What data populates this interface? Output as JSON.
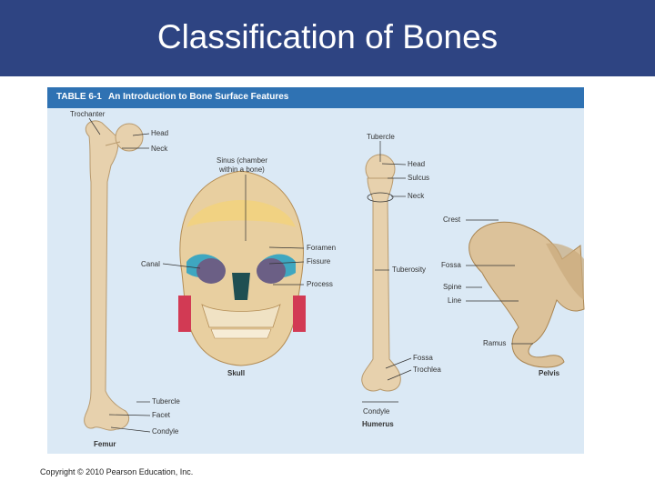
{
  "slide": {
    "title": "Classification of Bones",
    "copyright": "Copyright © 2010 Pearson Education, Inc."
  },
  "table": {
    "id": "TABLE 6-1",
    "title": "An Introduction to Bone Surface Features"
  },
  "labels": {
    "trochanter": "Trochanter",
    "femur_head": "Head",
    "femur_neck": "Neck",
    "canal": "Canal",
    "femur_tubercle": "Tubercle",
    "facet": "Facet",
    "condyle": "Condyle",
    "femur": "Femur",
    "sinus_line1": "Sinus (chamber",
    "sinus_line2": "within a bone)",
    "foramen": "Foramen",
    "fissure": "Fissure",
    "process": "Process",
    "skull": "Skull",
    "humerus_tubercle": "Tubercle",
    "humerus_head": "Head",
    "sulcus": "Sulcus",
    "humerus_neck": "Neck",
    "tuberosity": "Tuberosity",
    "fossa_humerus": "Fossa",
    "trochlea": "Trochlea",
    "humerus_condyle": "Condyle",
    "humerus": "Humerus",
    "crest": "Crest",
    "fossa_pelvis": "Fossa",
    "spine": "Spine",
    "line": "Line",
    "ramus": "Ramus",
    "pelvis": "Pelvis"
  },
  "colors": {
    "title_bar": "#2e4482",
    "table_header": "#2f72b3",
    "panel": "#dbe9f5",
    "bone": "#e8d3b0"
  }
}
